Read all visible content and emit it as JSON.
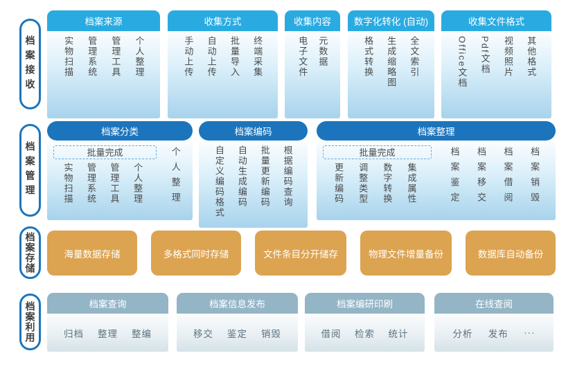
{
  "colors": {
    "sky": "#29ABE2",
    "deep": "#1C75BC",
    "orange": "#DCA351",
    "steel": "#93B5C6"
  },
  "rows": [
    {
      "label": "档案接收",
      "boxes": [
        {
          "title": "档案来源",
          "items": [
            "实物扫描",
            "管理系统",
            "管理工具",
            "个人整理"
          ]
        },
        {
          "title": "收集方式",
          "items": [
            "手动上传",
            "自动上传",
            "批量导入",
            "终端采集"
          ]
        },
        {
          "title": "收集内容",
          "items": [
            "电子文件",
            "元数据"
          ]
        },
        {
          "title": "数字化转化 (自动)",
          "items": [
            "格式转换",
            "生成缩略图",
            "全文索引"
          ]
        },
        {
          "title": "收集文件格式",
          "items": [
            "Office文档",
            "Pdf文档",
            "视频照片",
            "其他格式"
          ]
        }
      ]
    },
    {
      "label": "档案管理",
      "boxes": [
        {
          "title": "档案分类",
          "batch_label": "批量完成",
          "items": [
            "实物扫描",
            "管理系统",
            "管理工具",
            "个人整理"
          ],
          "extra_items": [
            "个人整理"
          ]
        },
        {
          "title": "档案编码",
          "items": [
            "自定义编码格式",
            "自动生成编码",
            "批量更新编码",
            "根据编码查询"
          ]
        },
        {
          "title": "档案整理",
          "batch_label": "批量完成",
          "items": [
            "更新编码",
            "调整类型",
            "数字转换",
            "集成属性"
          ],
          "extra_items": [
            "档案鉴定",
            "档案移交",
            "档案借阅",
            "档案销毁"
          ]
        }
      ]
    },
    {
      "label": "档案存储",
      "boxes": [
        {
          "title": "海量数据存储"
        },
        {
          "title": "多格式同时存储"
        },
        {
          "title": "文件条目分开储存"
        },
        {
          "title": "物理文件增量备份"
        },
        {
          "title": "数据库自动备份"
        }
      ]
    },
    {
      "label": "档案利用",
      "boxes": [
        {
          "title": "档案查询",
          "items": [
            "归档",
            "整理",
            "整编"
          ]
        },
        {
          "title": "档案信息发布",
          "items": [
            "移交",
            "鉴定",
            "销毁"
          ]
        },
        {
          "title": "档案编研印刷",
          "items": [
            "借阅",
            "检索",
            "统计"
          ]
        },
        {
          "title": "在线查阅",
          "items": [
            "分析",
            "发布",
            "···"
          ]
        }
      ]
    }
  ]
}
